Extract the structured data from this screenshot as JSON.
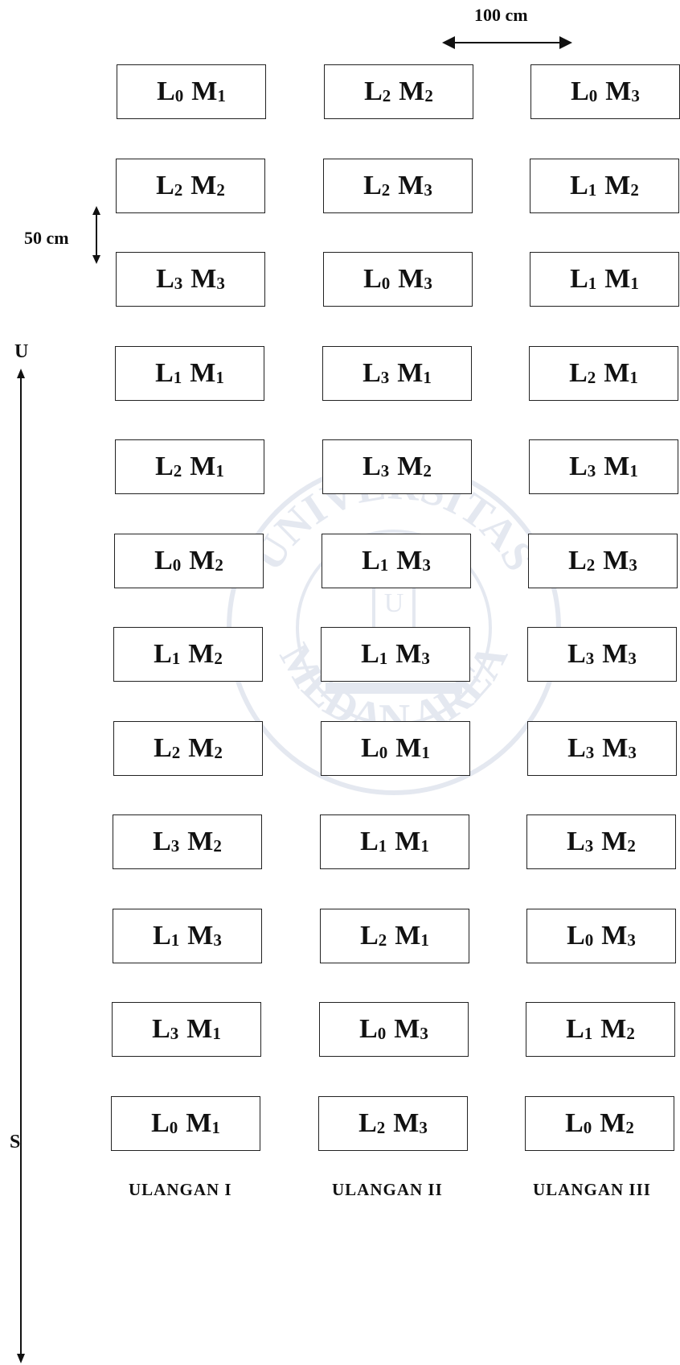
{
  "dimensions": {
    "horizontal_spacing": "100 cm",
    "vertical_spacing": "50 cm"
  },
  "compass": {
    "north": "U",
    "south": "S"
  },
  "watermark": {
    "text": "UNIVERSITAS MEDAN AREA",
    "emblem": "U M"
  },
  "columns": [
    {
      "label": "ULANGAN I",
      "plots": [
        {
          "L": "0",
          "M": "1"
        },
        {
          "L": "2",
          "M": "2"
        },
        {
          "L": "3",
          "M": "3"
        },
        {
          "L": "1",
          "M": "1"
        },
        {
          "L": "2",
          "M": "1"
        },
        {
          "L": "0",
          "M": "2"
        },
        {
          "L": "1",
          "M": "2"
        },
        {
          "L": "2",
          "M": "2"
        },
        {
          "L": "3",
          "M": "2"
        },
        {
          "L": "1",
          "M": "3"
        },
        {
          "L": "3",
          "M": "1"
        },
        {
          "L": "0",
          "M": "1"
        }
      ]
    },
    {
      "label": "ULANGAN II",
      "plots": [
        {
          "L": "2",
          "M": "2"
        },
        {
          "L": "2",
          "M": "3"
        },
        {
          "L": "0",
          "M": "3"
        },
        {
          "L": "3",
          "M": "1"
        },
        {
          "L": "3",
          "M": "2"
        },
        {
          "L": "1",
          "M": "3"
        },
        {
          "L": "1",
          "M": "3"
        },
        {
          "L": "0",
          "M": "1"
        },
        {
          "L": "1",
          "M": "1"
        },
        {
          "L": "2",
          "M": "1"
        },
        {
          "L": "0",
          "M": "3"
        },
        {
          "L": "2",
          "M": "3"
        }
      ]
    },
    {
      "label": "ULANGAN III",
      "plots": [
        {
          "L": "0",
          "M": "3"
        },
        {
          "L": "1",
          "M": "2"
        },
        {
          "L": "1",
          "M": "1"
        },
        {
          "L": "2",
          "M": "1"
        },
        {
          "L": "3",
          "M": "1"
        },
        {
          "L": "2",
          "M": "3"
        },
        {
          "L": "3",
          "M": "3"
        },
        {
          "L": "3",
          "M": "3"
        },
        {
          "L": "3",
          "M": "2"
        },
        {
          "L": "0",
          "M": "3"
        },
        {
          "L": "1",
          "M": "2"
        },
        {
          "L": "0",
          "M": "2"
        }
      ]
    }
  ]
}
